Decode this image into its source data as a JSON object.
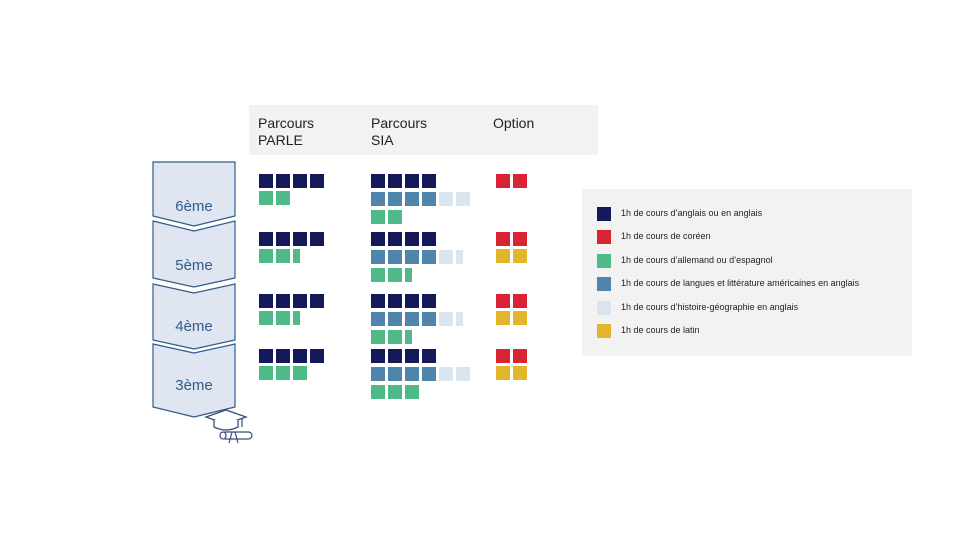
{
  "colors": {
    "english": "#14195a",
    "korean": "#d92332",
    "german_spanish": "#4fb987",
    "american_lit": "#4f84ad",
    "history_geo": "#dae5f0",
    "latin": "#e2b52a",
    "chevron_fill": "#dfe5f1",
    "chevron_stroke": "#2f5b8c",
    "grade_text": "#2f5b8c"
  },
  "columns": {
    "parle": "Parcours\nPARLE",
    "sia": "Parcours\nSIA",
    "option": "Option"
  },
  "grades": [
    {
      "label": "6ème",
      "parle": [
        [
          "english",
          "english",
          "english",
          "english"
        ],
        [
          "german_spanish",
          "german_spanish"
        ]
      ],
      "sia": [
        [
          "english",
          "english",
          "english",
          "english"
        ],
        [
          "american_lit",
          "american_lit",
          "american_lit",
          "american_lit",
          "history_geo",
          "history_geo"
        ],
        [
          "german_spanish",
          "german_spanish"
        ]
      ],
      "option": [
        [
          "korean",
          "korean"
        ]
      ]
    },
    {
      "label": "5ème",
      "parle": [
        [
          "english",
          "english",
          "english",
          "english"
        ],
        [
          "german_spanish",
          "german_spanish",
          "german_spanish:half"
        ]
      ],
      "sia": [
        [
          "english",
          "english",
          "english",
          "english"
        ],
        [
          "american_lit",
          "american_lit",
          "american_lit",
          "american_lit",
          "history_geo",
          "history_geo:half"
        ],
        [
          "german_spanish",
          "german_spanish",
          "german_spanish:half"
        ]
      ],
      "option": [
        [
          "korean",
          "korean"
        ],
        [
          "latin",
          "latin"
        ]
      ]
    },
    {
      "label": "4ème",
      "parle": [
        [
          "english",
          "english",
          "english",
          "english"
        ],
        [
          "german_spanish",
          "german_spanish",
          "german_spanish:half"
        ]
      ],
      "sia": [
        [
          "english",
          "english",
          "english",
          "english"
        ],
        [
          "american_lit",
          "american_lit",
          "american_lit",
          "american_lit",
          "history_geo",
          "history_geo:half"
        ],
        [
          "german_spanish",
          "german_spanish",
          "german_spanish:half"
        ]
      ],
      "option": [
        [
          "korean",
          "korean"
        ],
        [
          "latin",
          "latin"
        ]
      ]
    },
    {
      "label": "3ème",
      "parle": [
        [
          "english",
          "english",
          "english",
          "english:dark"
        ],
        [
          "german_spanish",
          "german_spanish",
          "german_spanish"
        ]
      ],
      "sia": [
        [
          "english",
          "english",
          "english",
          "english"
        ],
        [
          "american_lit",
          "american_lit",
          "american_lit",
          "american_lit",
          "history_geo",
          "history_geo"
        ],
        [
          "german_spanish",
          "german_spanish",
          "german_spanish"
        ]
      ],
      "option": [
        [
          "korean",
          "korean"
        ],
        [
          "latin",
          "latin"
        ]
      ]
    }
  ],
  "legend": [
    {
      "key": "english",
      "label": "1h de cours d’anglais ou en anglais"
    },
    {
      "key": "korean",
      "label": "1h de cours de coréen"
    },
    {
      "key": "german_spanish",
      "label": "1h de cours d’allemand ou d’espagnol"
    },
    {
      "key": "american_lit",
      "label": "1h de cours de langues et littérature américaines en anglais"
    },
    {
      "key": "history_geo",
      "label": "1h de cours d’histoire-géographie en anglais"
    },
    {
      "key": "latin",
      "label": "1h de cours de latin"
    }
  ],
  "icons": {
    "graduation": "graduation-cap-diploma-icon"
  }
}
